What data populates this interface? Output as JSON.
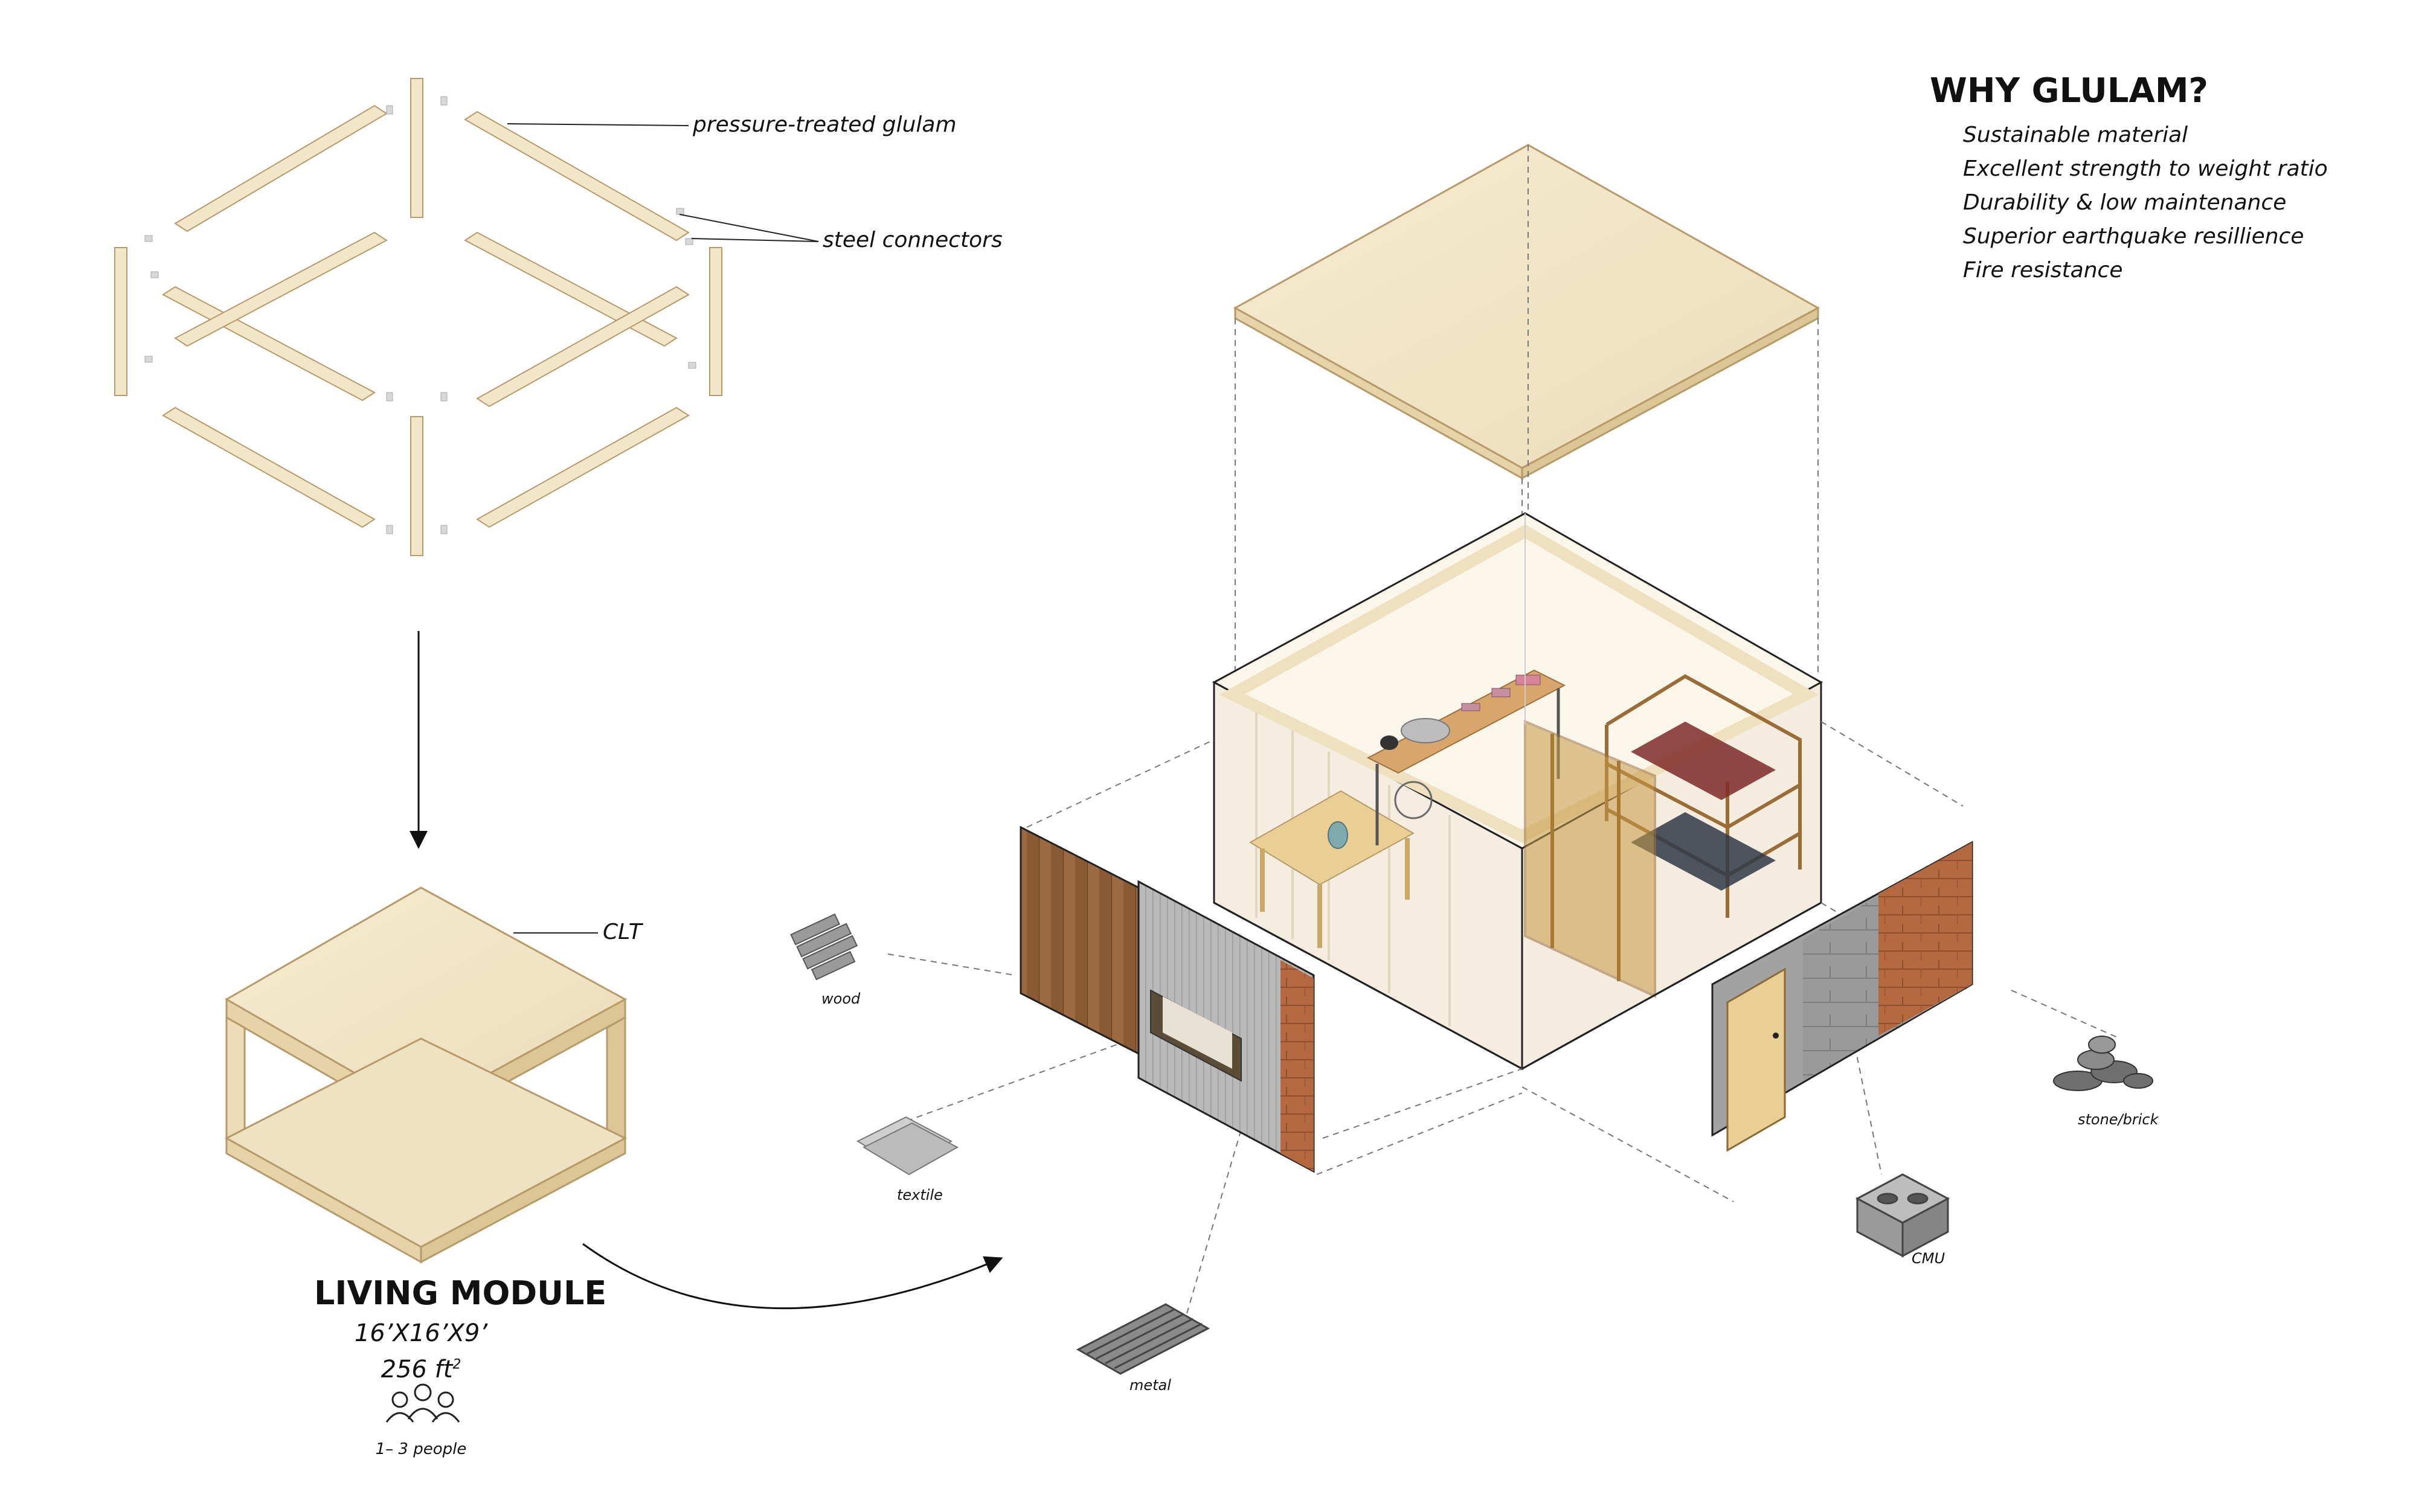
{
  "labels": {
    "glulam": "pressure-treated glulam",
    "connectors": "steel connectors",
    "clt": "CLT",
    "wood": "wood",
    "textile": "textile",
    "metal": "metal",
    "stone_brick": "stone/brick",
    "cmu": "CMU"
  },
  "why_glulam": {
    "title": "WHY GLULAM?",
    "items": [
      "Sustainable material",
      "Excellent strength to weight ratio",
      "Durability & low maintenance",
      "Superior earthquake resillience",
      "Fire resistance"
    ]
  },
  "module": {
    "title": "LIVING MODULE",
    "dimensions": "16’X16’X9’",
    "area": "256 ft",
    "area_sup": "2",
    "occupancy": "1– 3 people"
  },
  "colors": {
    "wood_light": "#f2e6c8",
    "wood_mid": "#e6d3a8",
    "wood_edge": "#b79a6a",
    "line": "#222222",
    "dash": "#777777",
    "brick": "#b4683f",
    "cmu": "#8c8c8c"
  }
}
